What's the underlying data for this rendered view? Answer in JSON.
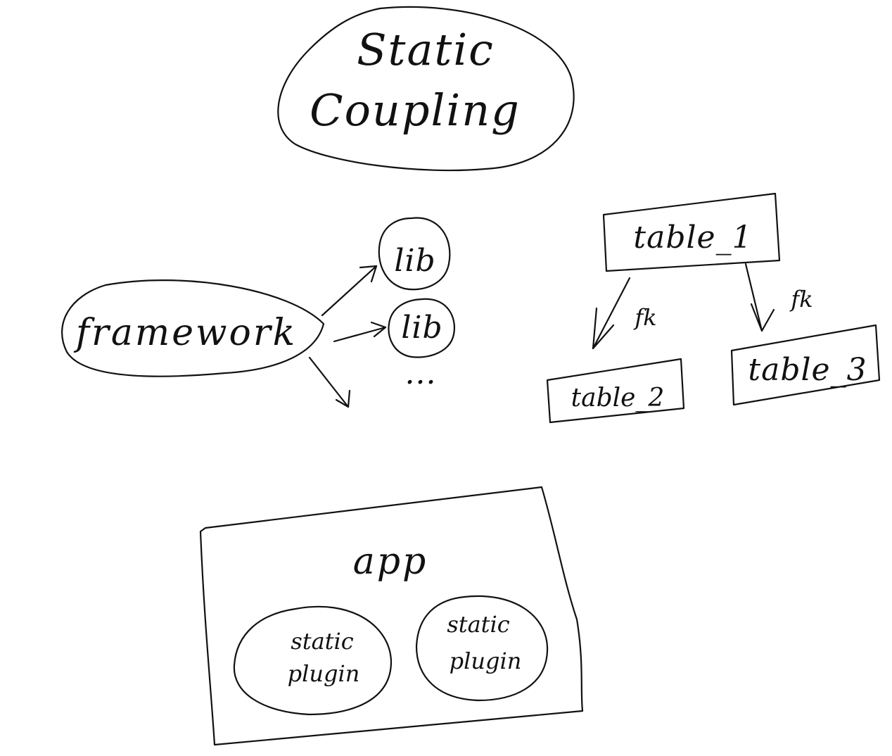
{
  "title": {
    "line1": "Static",
    "line2": "Coupling"
  },
  "framework_group": {
    "framework": "framework",
    "lib_1": "lib",
    "lib_2": "lib",
    "ellipsis": "..."
  },
  "tables_group": {
    "table_1": "table_1",
    "table_2": "table_2",
    "table_3": "table_3",
    "fk_left": "fk",
    "fk_right": "fk"
  },
  "app_group": {
    "app": "app",
    "plugin_1": {
      "line1": "static",
      "line2": "plugin"
    },
    "plugin_2": {
      "line1": "static",
      "line2": "plugin"
    }
  },
  "colors": {
    "ink": "#111111",
    "background": "#ffffff"
  }
}
